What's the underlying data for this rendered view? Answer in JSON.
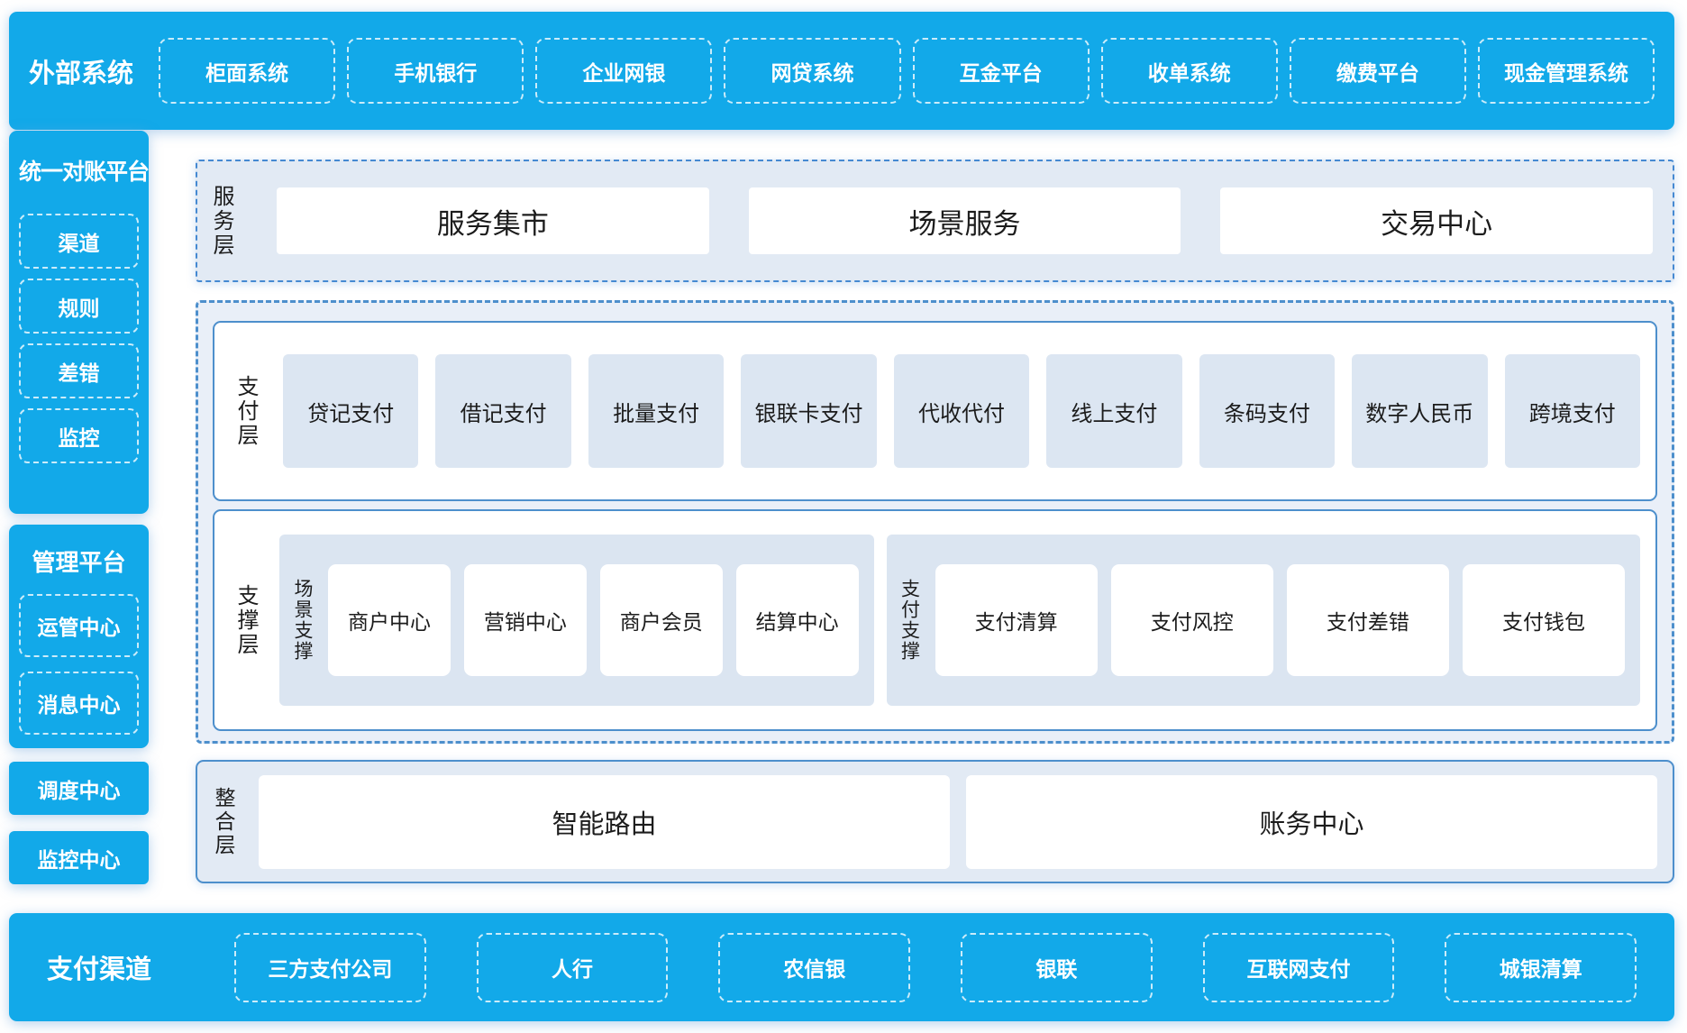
{
  "colors": {
    "accent_blue": "#12a9e9",
    "border_blue": "#4d8fcc",
    "panel_bg": "#e2eaf4",
    "tile_bg": "#dce6f2",
    "group_bg": "#dbe5f1"
  },
  "external_systems": {
    "title": "外部系统",
    "items": [
      "柜面系统",
      "手机银行",
      "企业网银",
      "网贷系统",
      "互金平台",
      "收单系统",
      "缴费平台",
      "现金管理系统"
    ]
  },
  "sidebar": {
    "reconciliation_platform": {
      "title": "统一对账平台",
      "items": [
        "渠道",
        "规则",
        "差错",
        "监控"
      ]
    },
    "management_platform": {
      "title": "管理平台",
      "items": [
        "运管中心",
        "消息中心"
      ]
    },
    "dispatch_center": "调度中心",
    "monitor_center": "监控中心"
  },
  "layers": {
    "service_layer": {
      "label": "服务层",
      "items": [
        "服务集市",
        "场景服务",
        "交易中心"
      ]
    },
    "payment_layer": {
      "label": "支付层",
      "items": [
        "贷记支付",
        "借记支付",
        "批量支付",
        "银联卡支付",
        "代收代付",
        "线上支付",
        "条码支付",
        "数字人民币",
        "跨境支付"
      ]
    },
    "support_layer": {
      "label": "支撑层",
      "groups": [
        {
          "label": "场景支撑",
          "items": [
            "商户中心",
            "营销中心",
            "商户会员",
            "结算中心"
          ]
        },
        {
          "label": "支付支撑",
          "items": [
            "支付清算",
            "支付风控",
            "支付差错",
            "支付钱包"
          ]
        }
      ]
    },
    "integration_layer": {
      "label": "整合层",
      "items": [
        "智能路由",
        "账务中心"
      ]
    }
  },
  "payment_channels": {
    "title": "支付渠道",
    "items": [
      "三方支付公司",
      "人行",
      "农信银",
      "银联",
      "互联网支付",
      "城银清算"
    ]
  }
}
